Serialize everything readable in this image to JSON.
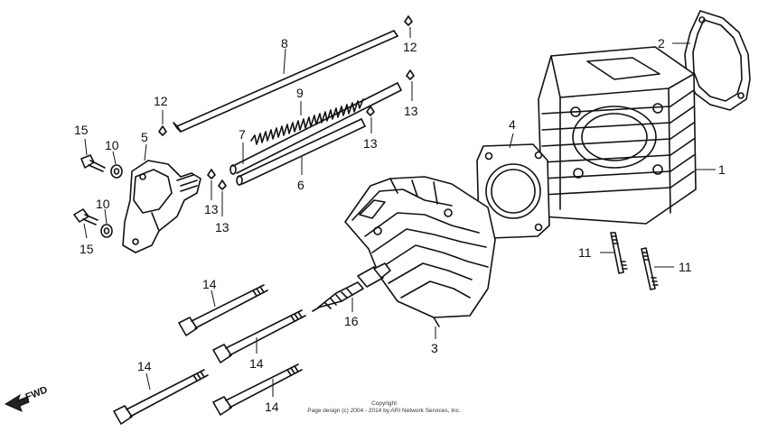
{
  "callouts": {
    "cylinder": "1",
    "cylinder_base_gasket": "2",
    "cylinder_head": "3",
    "head_gasket": "4",
    "breather_housing": "5",
    "tube_6": "6",
    "tube_7": "7",
    "tube_8": "8",
    "spring_9": "9",
    "washer_upper": "10",
    "washer_lower": "10",
    "stud_left": "11",
    "stud_right": "11",
    "clip_tube8_right": "12",
    "clip_tube8_left": "12",
    "clip_upper_right": "13",
    "clip_mid_right": "13",
    "clip_left_a": "13",
    "clip_left_b": "13",
    "bolt_upper": "14",
    "bolt_middle": "14",
    "bolt_lower_left": "14",
    "bolt_lower_right": "14",
    "screw_upper": "15",
    "screw_lower": "15",
    "spark_plug": "16"
  },
  "direction": {
    "label": "FWD"
  },
  "copyright": {
    "line1": "Copyright",
    "line2": "Page design (c) 2004 - 2014 by ARI Network Services, Inc."
  }
}
